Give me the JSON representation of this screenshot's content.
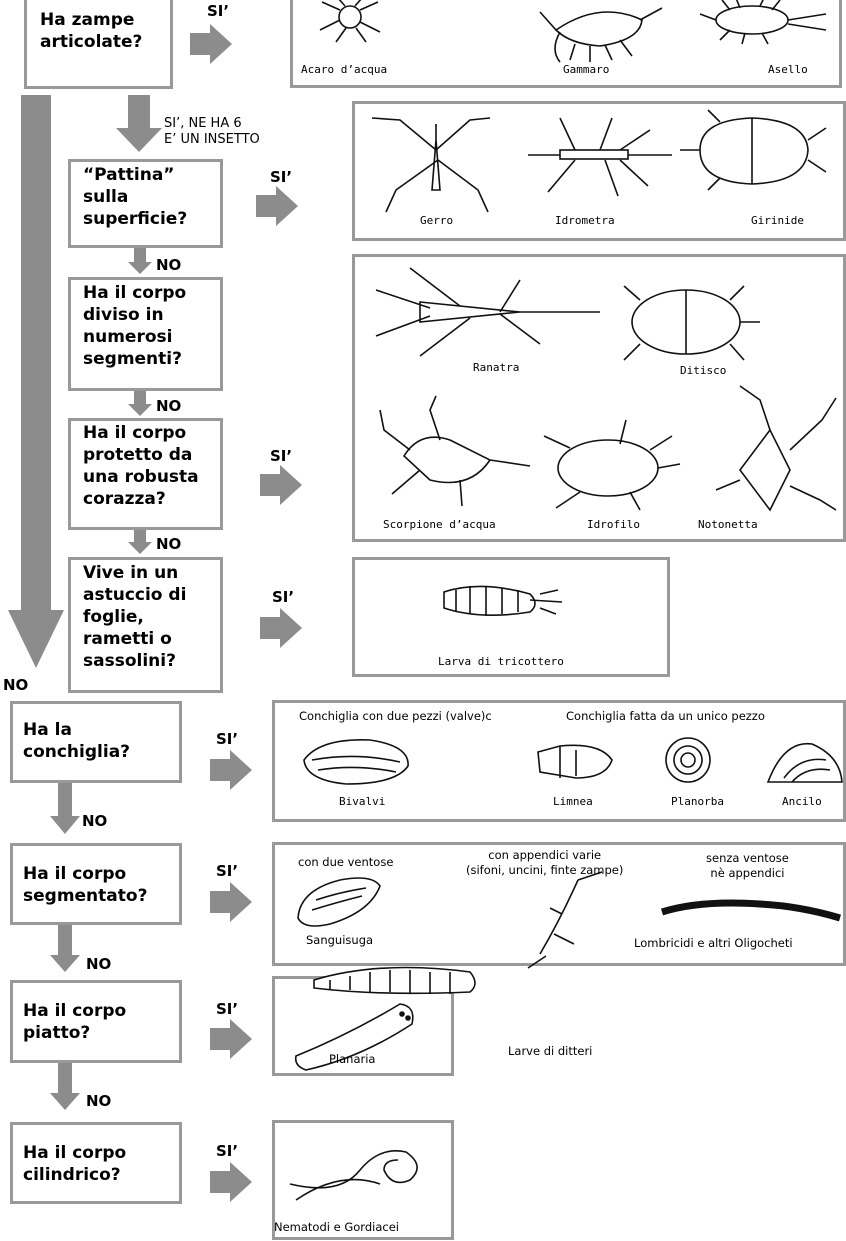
{
  "colors": {
    "box_border": "#999999",
    "arrow": "#8c8c8c",
    "ink": "#000000"
  },
  "questions": [
    {
      "id": "q1",
      "text": "Ha zampe\narticolate?"
    },
    {
      "id": "q2",
      "text": "“Pattina”\nsulla\nsuperficie?"
    },
    {
      "id": "q3",
      "text": "Ha il corpo\ndiviso in\nnumerosi\nsegmenti?"
    },
    {
      "id": "q4",
      "text": "Ha il corpo\nprotetto da\nuna robusta\ncorazza?"
    },
    {
      "id": "q5",
      "text": "Vive in un\nastuccio di\nfoglie,\nrametti o\nsassolini?"
    },
    {
      "id": "q6",
      "text": "Ha la\nconchiglia?"
    },
    {
      "id": "q7",
      "text": "Ha il corpo\nsegmentato?"
    },
    {
      "id": "q8",
      "text": "Ha il corpo\npiatto?"
    },
    {
      "id": "q9",
      "text": "Ha il corpo\ncilindrico?"
    }
  ],
  "labels": {
    "si": "SI’",
    "no": "NO",
    "insect_note": "SI’, NE HA 6\nE’ UN INSETTO"
  },
  "organisms": {
    "acaro": "Acaro d’acqua",
    "gammaro": "Gammaro",
    "asello": "Asello",
    "gerro": "Gerro",
    "idrometra": "Idrometra",
    "girinide": "Girinide",
    "ranatra": "Ranatra",
    "ditisco": "Ditisco",
    "scorpione": "Scorpione d’acqua",
    "idrofilo": "Idrofilo",
    "notonetta": "Notonetta",
    "tricottero": "Larva di tricottero",
    "bivalvi": "Bivalvi",
    "limnea": "Limnea",
    "planorba": "Planorba",
    "ancilo": "Ancilo",
    "sanguisuga": "Sanguisuga",
    "ditteri": "Larve di ditteri",
    "lombricidi": "Lombricidi e altri Oligocheti",
    "planaria": "Planaria",
    "nematodi": "Nematodi e Gordiacei"
  },
  "headings": {
    "conchiglia_due": "Conchiglia con due pezzi (valve)c",
    "conchiglia_unico": "Conchiglia fatta da un unico pezzo",
    "due_ventose": "con due ventose",
    "appendici": "con appendici varie\n(sifoni, uncini, finte zampe)",
    "senza_ventose": "senza ventose\nnè appendici"
  }
}
